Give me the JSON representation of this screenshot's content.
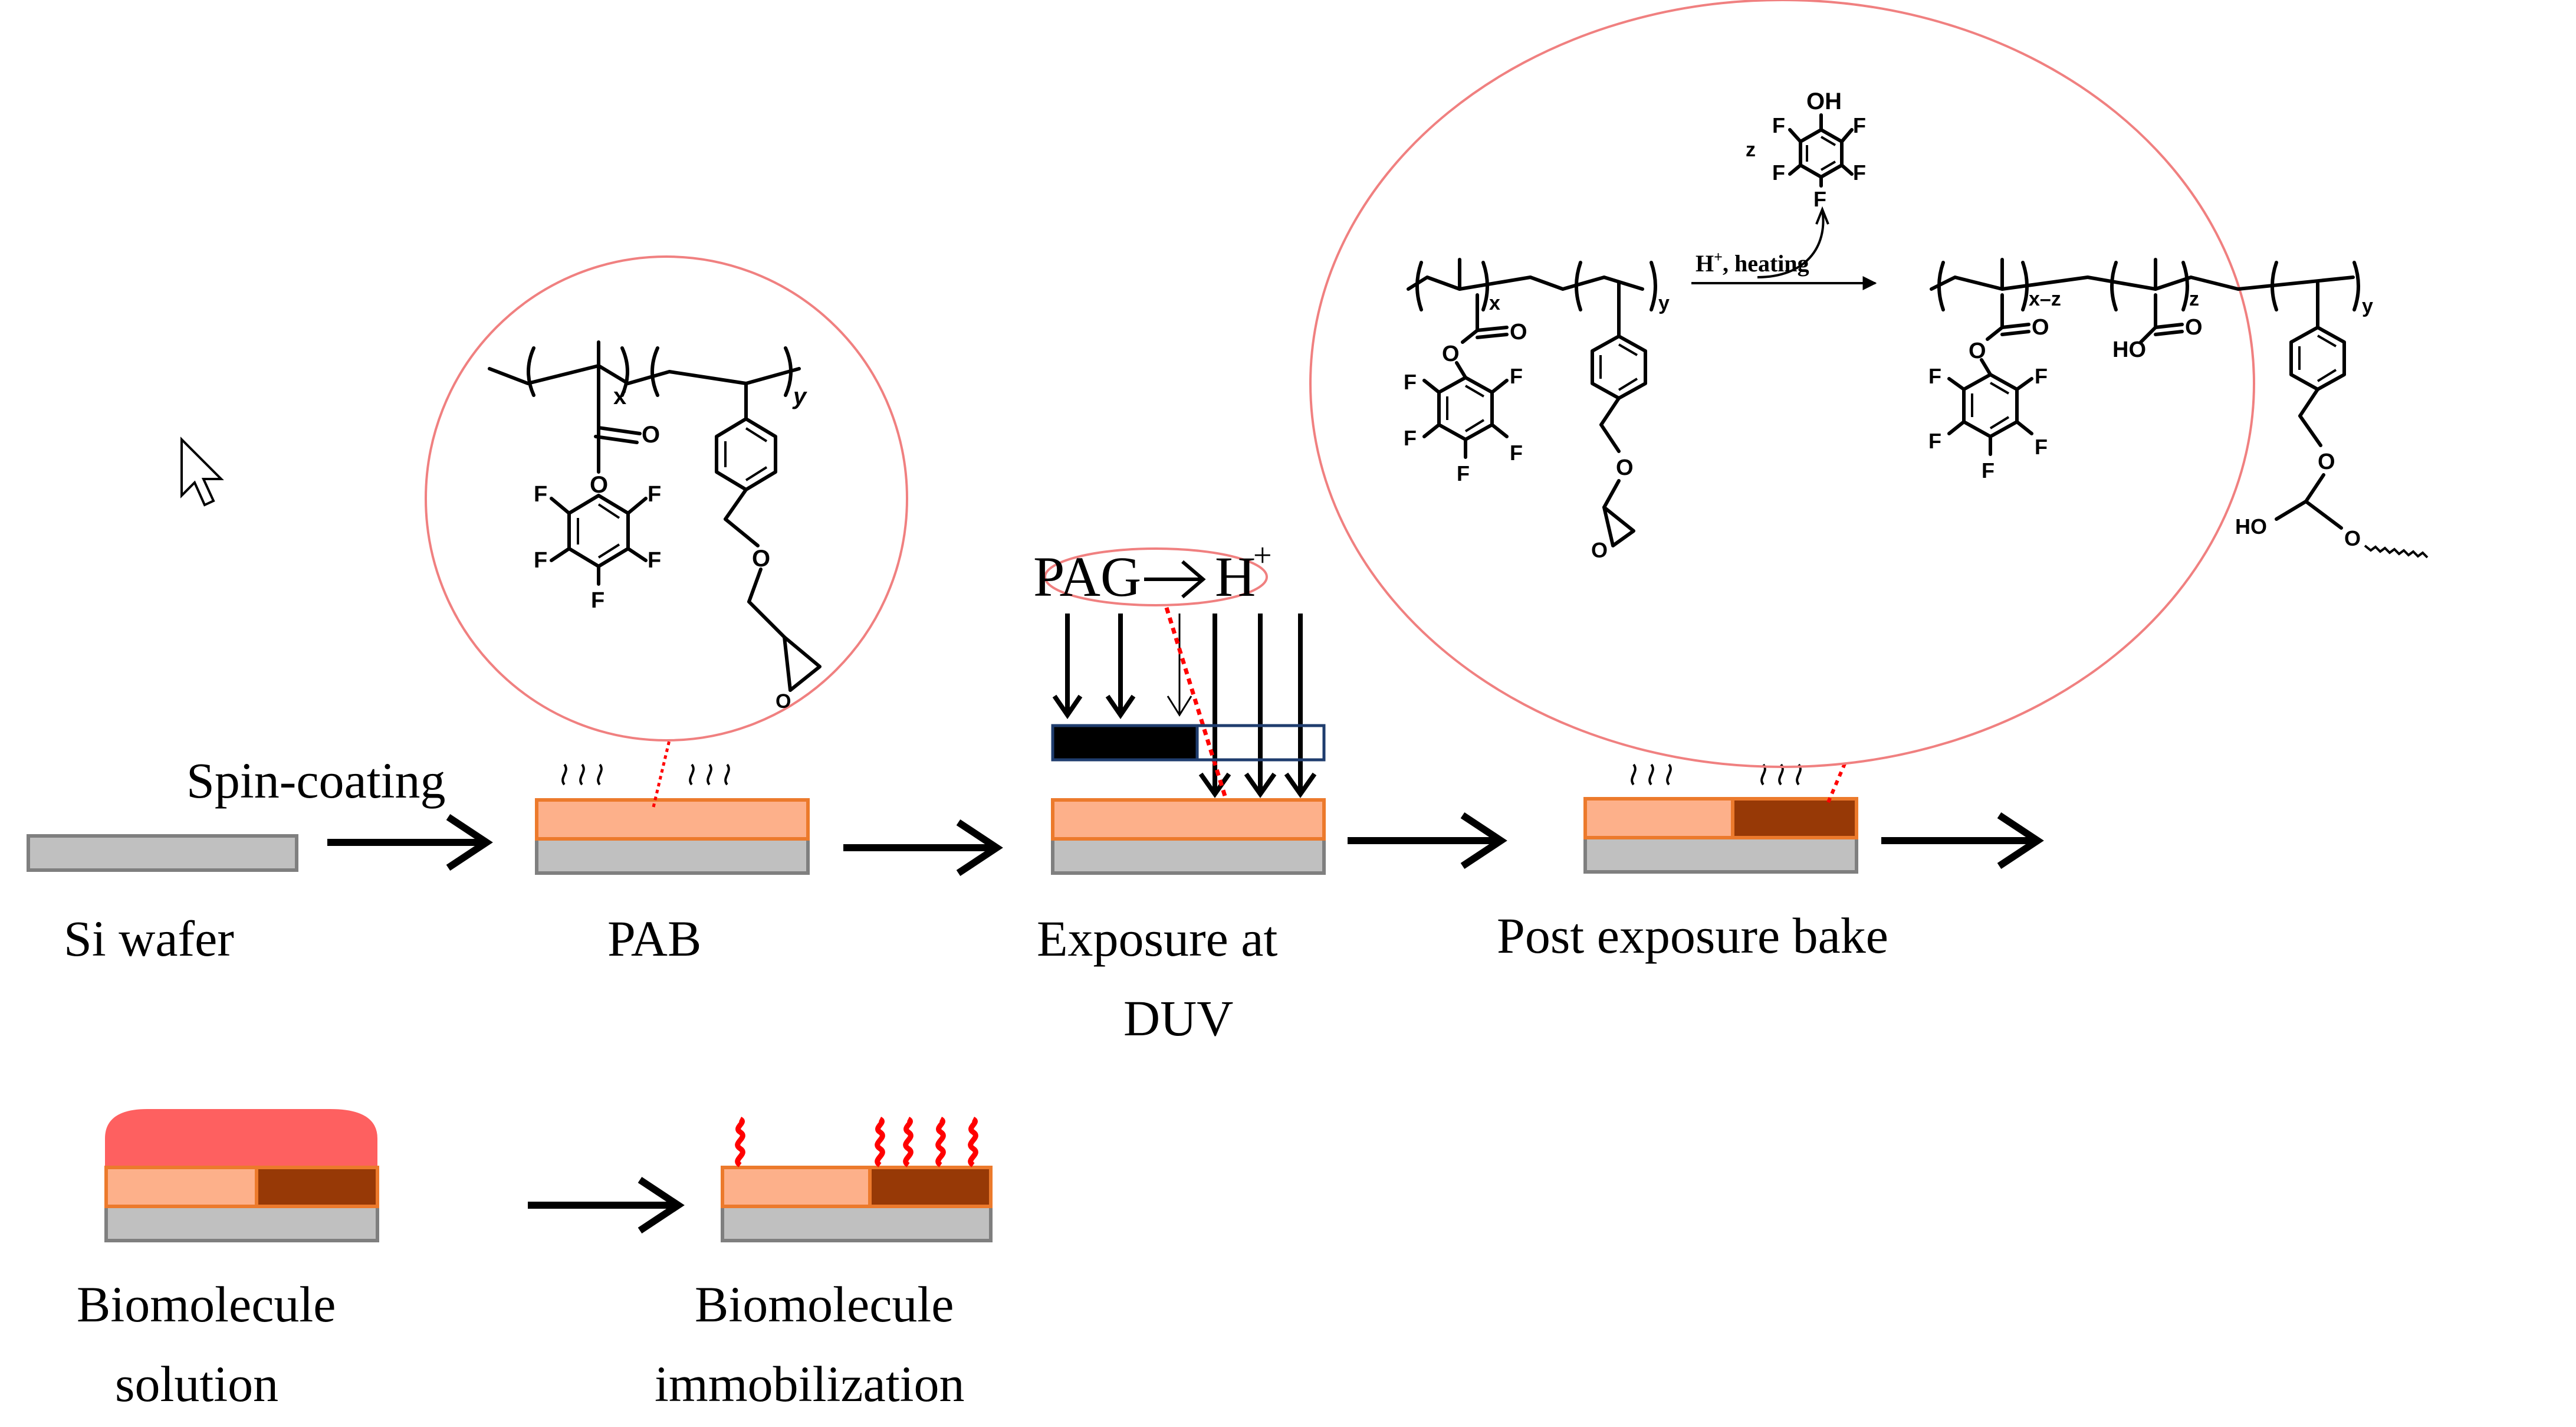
{
  "colors": {
    "wafer": "#c0c0c0",
    "resist": "#fdb08a",
    "resist_edge": "#ec7a2c",
    "exposed": "#973906",
    "solution": "#fe6060",
    "biomolecule": "#ff0000",
    "zoom_circle": "#f08080"
  },
  "steps": {
    "wafer_label": "Si wafer",
    "spin_label": "Spin-coating",
    "pab_label": "PAB",
    "exposure_line1": "Exposure at",
    "exposure_line2": "DUV",
    "peb_label": "Post exposure bake",
    "bio_solution_line1": "Biomolecule",
    "bio_solution_line2": "solution",
    "bio_immob_line1": "Biomolecule",
    "bio_immob_line2": "immobilization"
  },
  "pag": {
    "left": "PAG",
    "right": "H",
    "charge": "+"
  },
  "polymer_left": {
    "sub_x": "x",
    "sub_y": "y",
    "atoms": {
      "carbonyl_o": "O",
      "ester_o": "O",
      "f1": "F",
      "f2": "F",
      "f3": "F",
      "f4": "F",
      "f5": "F",
      "ether_o": "O",
      "epoxide_o": "O"
    }
  },
  "reaction": {
    "condition_h": "H",
    "condition_plus": "+",
    "condition_text": ", heating",
    "reagent_coef": "z",
    "reagent_oh": "OH",
    "reagent_f": [
      "F",
      "F",
      "F",
      "F",
      "F"
    ],
    "reactant": {
      "sub_x": "x",
      "sub_y": "y",
      "ester_o": "O",
      "carbonyl_o": "O",
      "f": [
        "F",
        "F",
        "F",
        "F",
        "F"
      ],
      "ether_o": "O",
      "epoxide_o": "O"
    },
    "product": {
      "sub_xz": "x–z",
      "sub_z": "z",
      "sub_y": "y",
      "ester_o": "O",
      "carbonyl_o": "O",
      "f": [
        "F",
        "F",
        "F",
        "F",
        "F"
      ],
      "acid_o": "O",
      "acid_ho": "HO",
      "ether_o": "O",
      "ho": "HO",
      "o2": "O"
    }
  }
}
